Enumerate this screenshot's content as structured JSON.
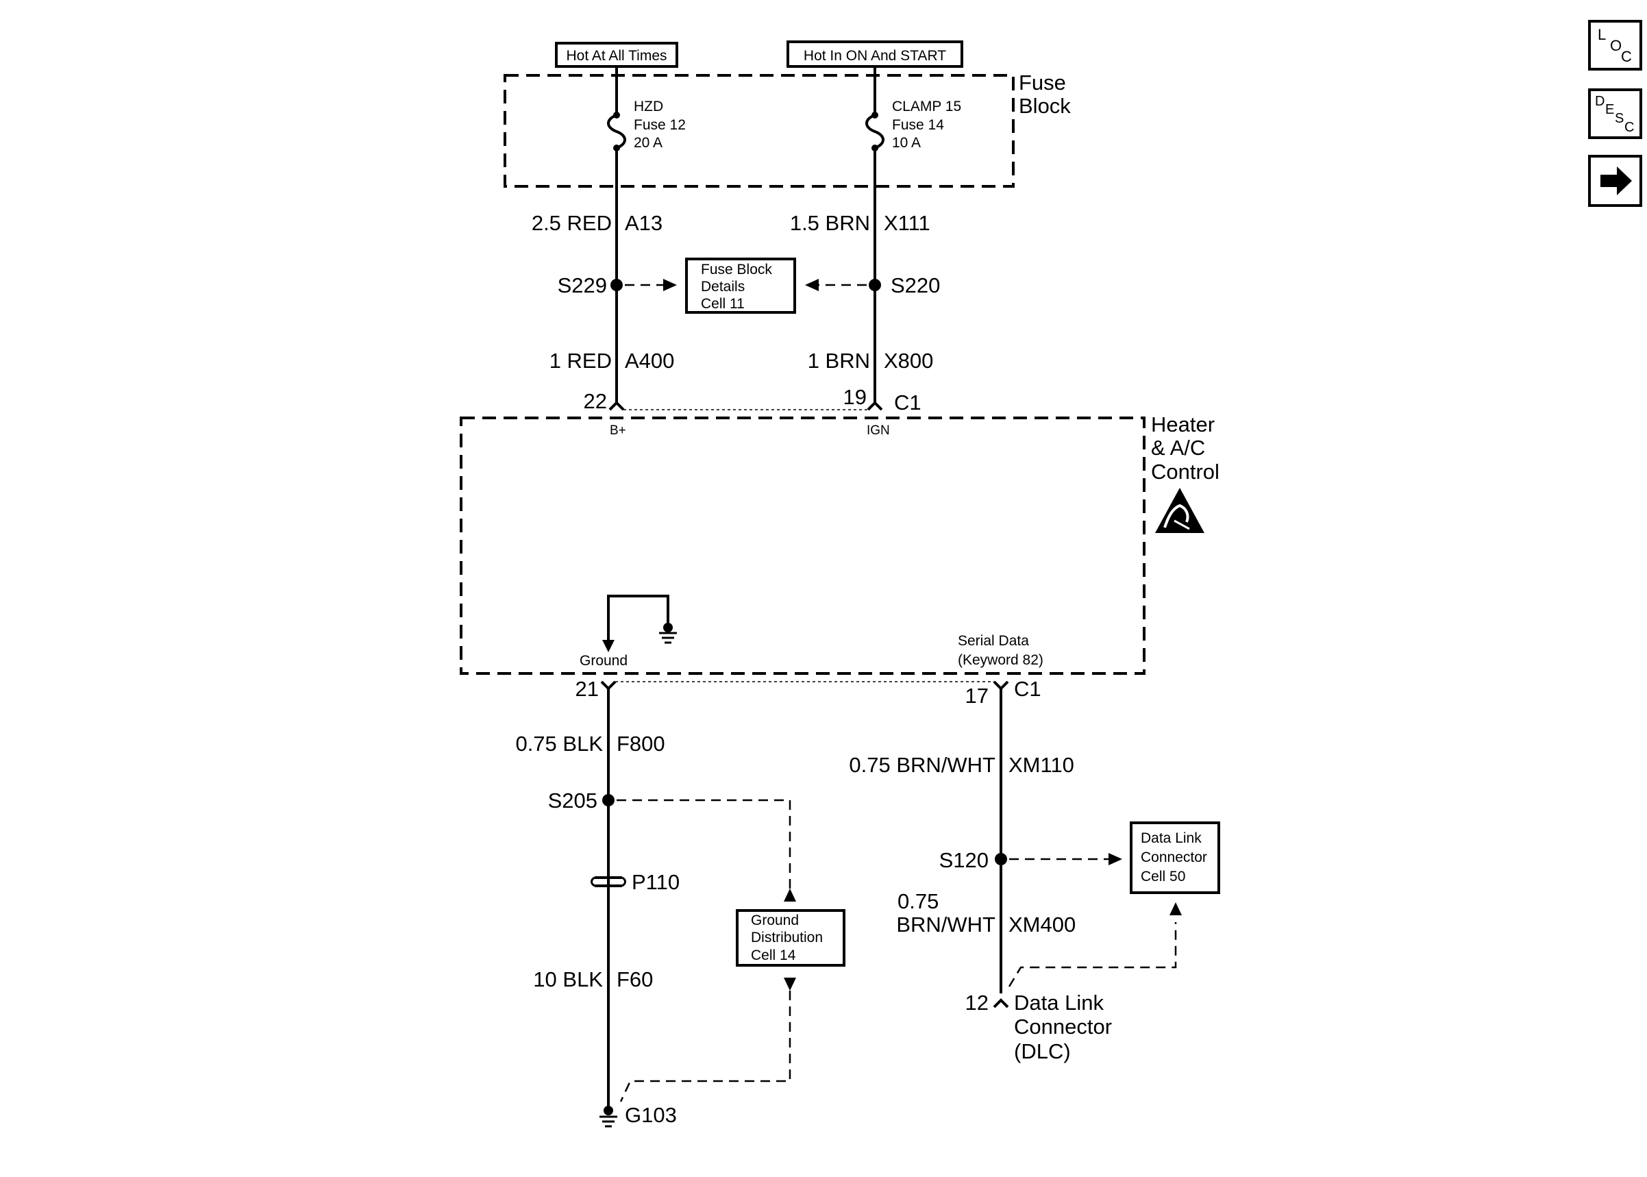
{
  "sources": {
    "hot_at_all_times": "Hot At All Times",
    "hot_in_on_and_start": "Hot In ON And START"
  },
  "fuse_block": {
    "label_line1": "Fuse",
    "label_line2": "Block",
    "fuse12": {
      "line1": "HZD",
      "line2": "Fuse 12",
      "line3": "20 A"
    },
    "fuse14": {
      "line1": "CLAMP 15",
      "line2": "Fuse 14",
      "line3": "10 A"
    }
  },
  "wires": {
    "a13": {
      "gauge": "2.5 RED",
      "circuit": "A13"
    },
    "x111": {
      "gauge": "1.5 BRN",
      "circuit": "X111"
    },
    "a400": {
      "gauge": "1 RED",
      "circuit": "A400"
    },
    "x800": {
      "gauge": "1 BRN",
      "circuit": "X800"
    },
    "f800": {
      "gauge": "0.75 BLK",
      "circuit": "F800"
    },
    "f60": {
      "gauge": "10 BLK",
      "circuit": "F60"
    },
    "xm110": {
      "gauge": "0.75 BRN/WHT",
      "circuit": "XM110"
    },
    "xm400": {
      "gauge_line1": "0.75",
      "gauge_line2": "BRN/WHT",
      "circuit": "XM400"
    }
  },
  "splices": {
    "s229": "S229",
    "s220": "S220",
    "s205": "S205",
    "s120": "S120"
  },
  "refs": {
    "fuse_block_details": {
      "line1": "Fuse Block",
      "line2": "Details",
      "line3": "Cell 11"
    },
    "ground_distribution": {
      "line1": "Ground",
      "line2": "Distribution",
      "line3": "Cell 14"
    },
    "data_link_connector": {
      "line1": "Data Link",
      "line2": "Connector",
      "line3": "Cell 50"
    }
  },
  "pins": {
    "p22": "22",
    "p19": "19",
    "c1_top": "C1",
    "b_plus": "B+",
    "ign": "IGN",
    "p21": "21",
    "p17": "17",
    "c1_bottom": "C1",
    "ground": "Ground",
    "serial_data_line1": "Serial Data",
    "serial_data_line2": "(Keyword 82)",
    "p12": "12"
  },
  "module": {
    "line1": "Heater",
    "line2": "& A/C",
    "line3": "Control"
  },
  "connectors": {
    "p110": "P110",
    "g103": "G103",
    "dlc_line1": "Data Link",
    "dlc_line2": "Connector",
    "dlc_line3": "(DLC)"
  },
  "nav": {
    "loc": {
      "l": "L",
      "o": "O",
      "c": "C"
    },
    "desc": {
      "d": "D",
      "e": "E",
      "s": "S",
      "c": "C"
    }
  }
}
